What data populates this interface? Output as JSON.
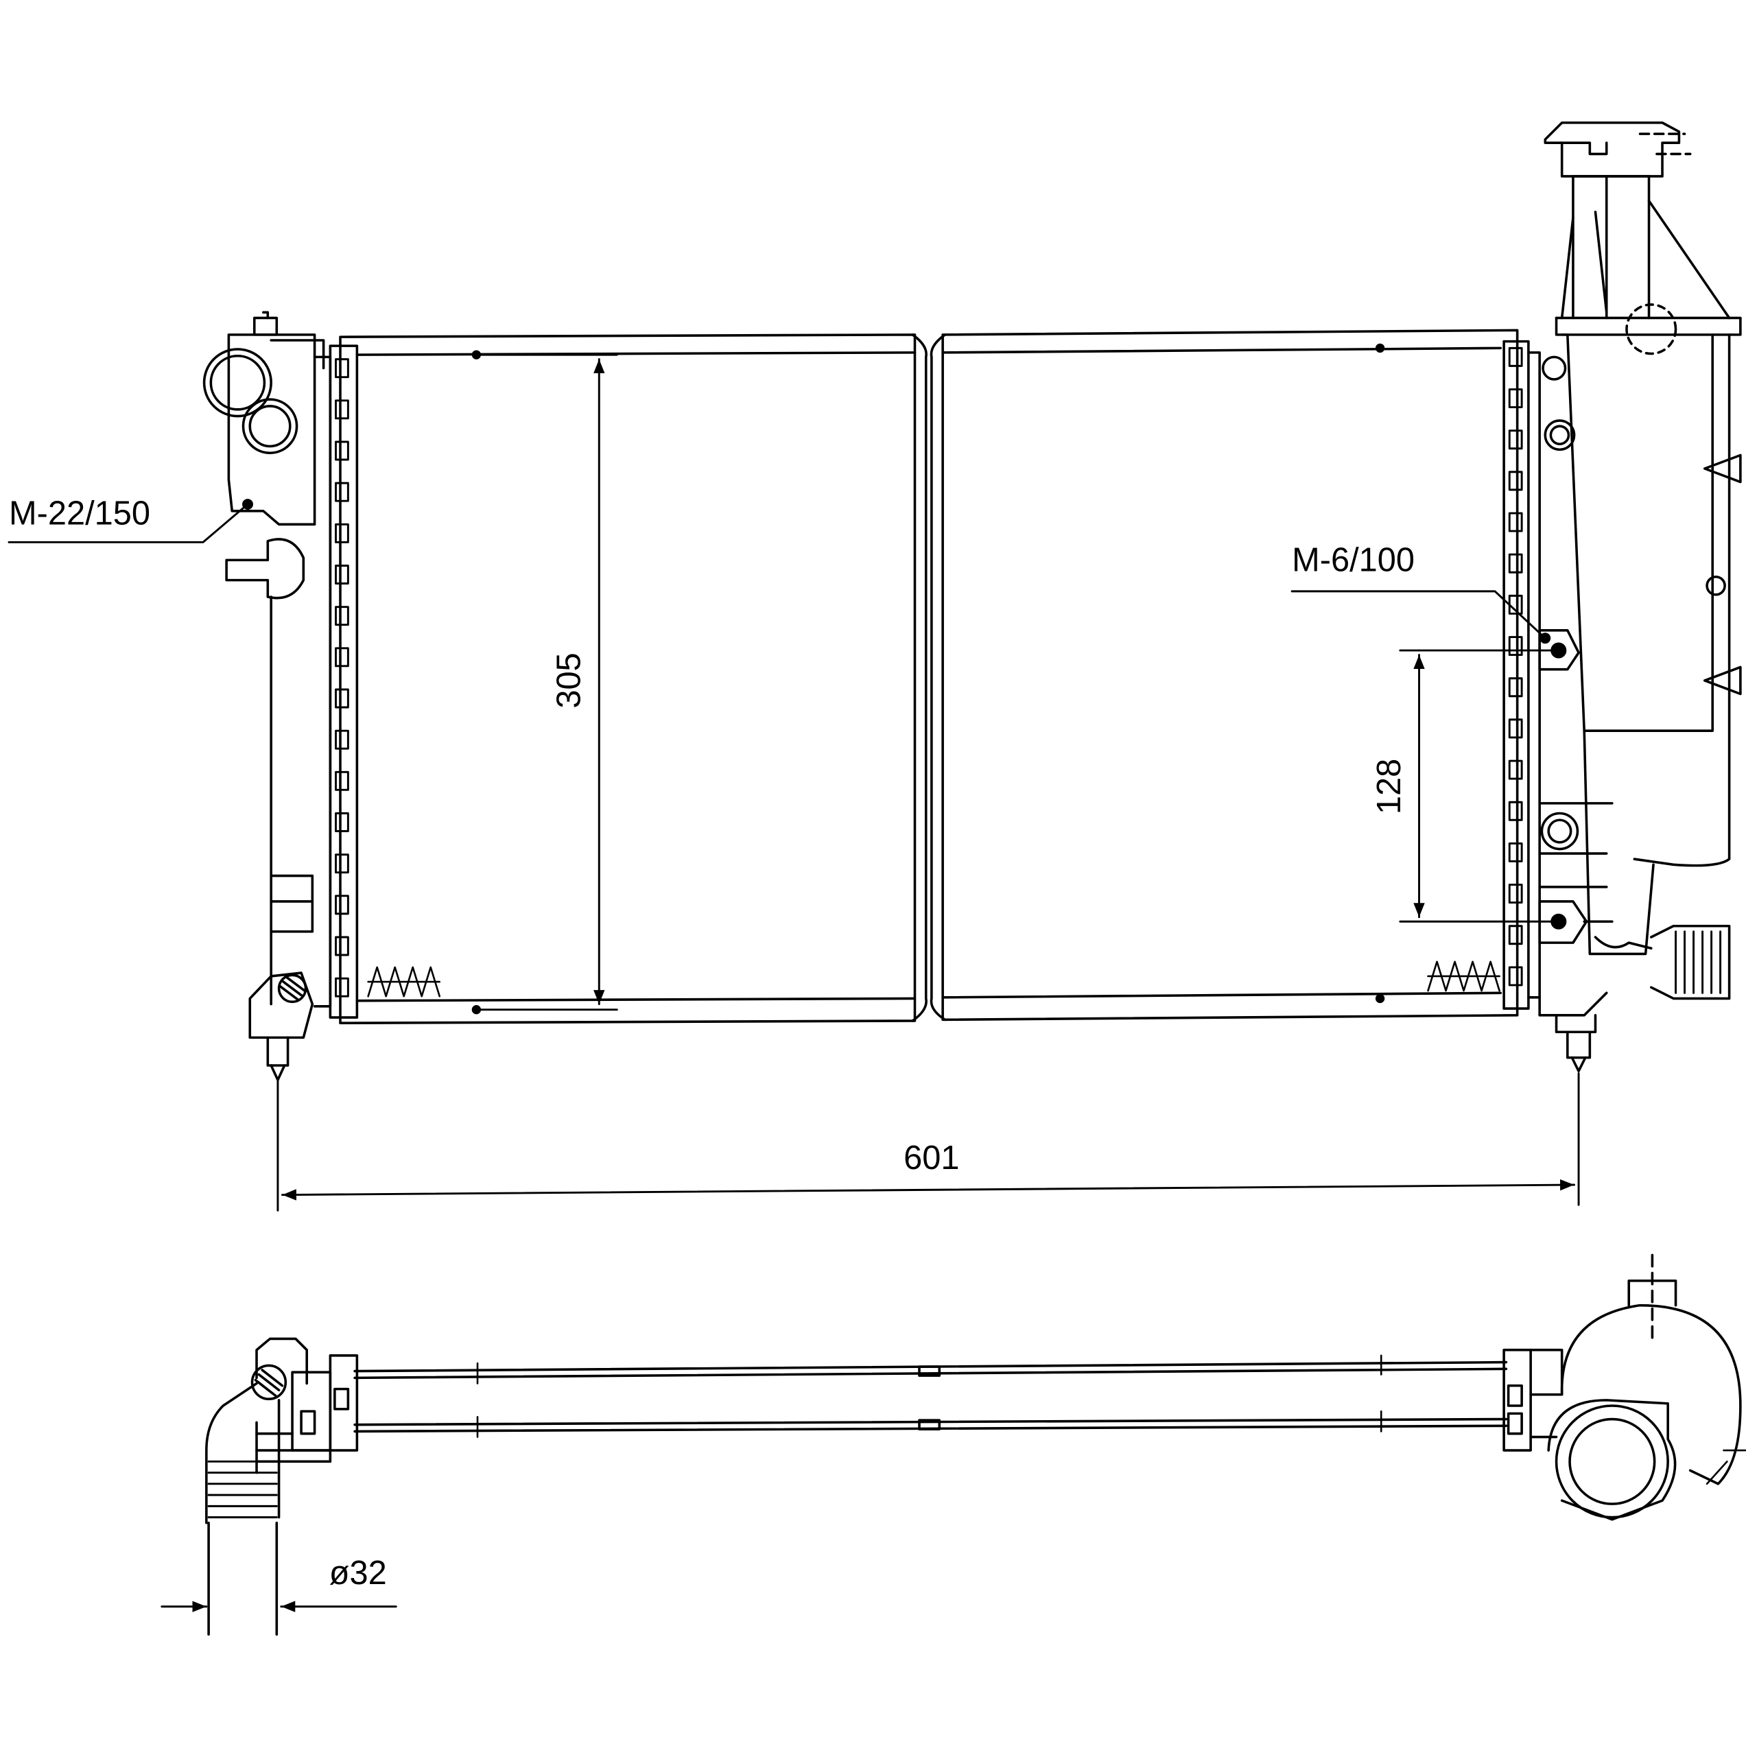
{
  "labels": {
    "inlet_thread": "M-22/150",
    "bolt_thread": "M-6/100",
    "core_height": "305",
    "bracket_spacing": "128",
    "overall_width": "601",
    "hose_diameter": "ø32"
  },
  "colors": {
    "line": "#000000",
    "background": "#ffffff"
  }
}
